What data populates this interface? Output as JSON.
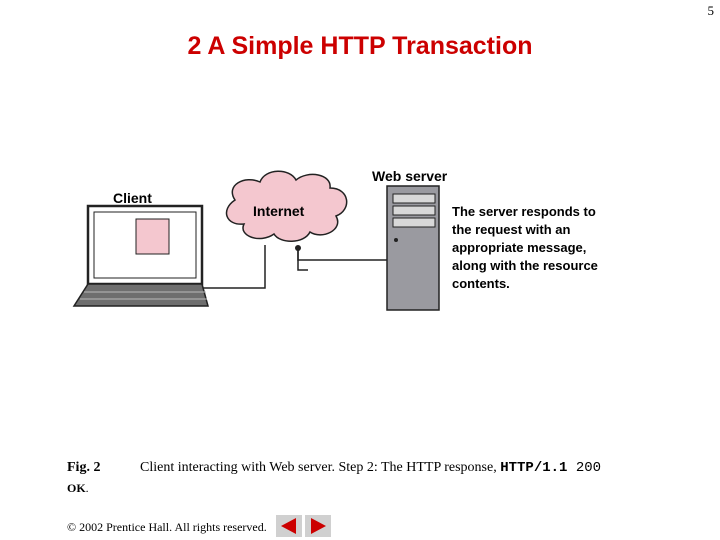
{
  "page_number": "5",
  "title": "2  A Simple HTTP Transaction",
  "diagram": {
    "client_label": "Client",
    "internet_label": "Internet",
    "server_label": "Web server",
    "server_note_lines": [
      "The server responds to",
      "the request with an",
      "appropriate message,",
      "along with the resource",
      "contents."
    ],
    "colors": {
      "cloud": "#f4c7cf",
      "server": "#9a9aa0",
      "screen_item": "#f4c7cf"
    }
  },
  "caption": {
    "label": "Fig. 2",
    "text": "Client interacting with Web server. Step 2: The HTTP response, ",
    "code": "HTTP/1.1",
    "code2": " 200",
    "ok": "OK",
    "ok_period": "."
  },
  "footer": {
    "copyright_symbol": "©",
    "copyright": " 2002 Prentice Hall.  All rights reserved."
  },
  "nav": {
    "prev_color": "#cc0000",
    "next_color": "#cc0000"
  }
}
